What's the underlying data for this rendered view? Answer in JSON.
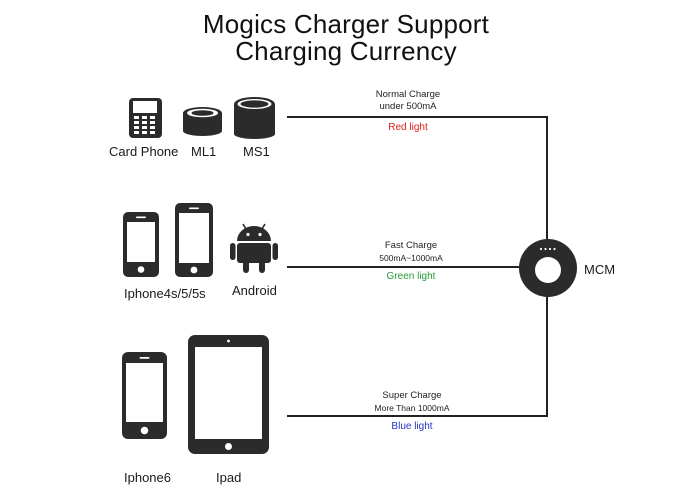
{
  "title_line1": "Mogics Charger Support",
  "title_line2": "Charging Currency",
  "colors": {
    "line": "#222222",
    "device": "#2b2b2b",
    "red": "#e02020",
    "green": "#2a9a3a",
    "blue": "#2233cc"
  },
  "devices": {
    "card_phone": "Card Phone",
    "ml1": "ML1",
    "ms1": "MS1",
    "iphone4s": "Iphone4s/5/5s",
    "android": "Android",
    "iphone6": "Iphone6",
    "ipad": "Ipad"
  },
  "charges": {
    "normal": {
      "name": "Normal Charge",
      "current": "under 500mA",
      "light": "Red light"
    },
    "fast": {
      "name": "Fast Charge",
      "current": "500mA~1000mA",
      "light": "Green light"
    },
    "super": {
      "name": "Super Charge",
      "current": "More Than 1000mA",
      "light": "Blue light"
    }
  },
  "hub_label": "MCM"
}
